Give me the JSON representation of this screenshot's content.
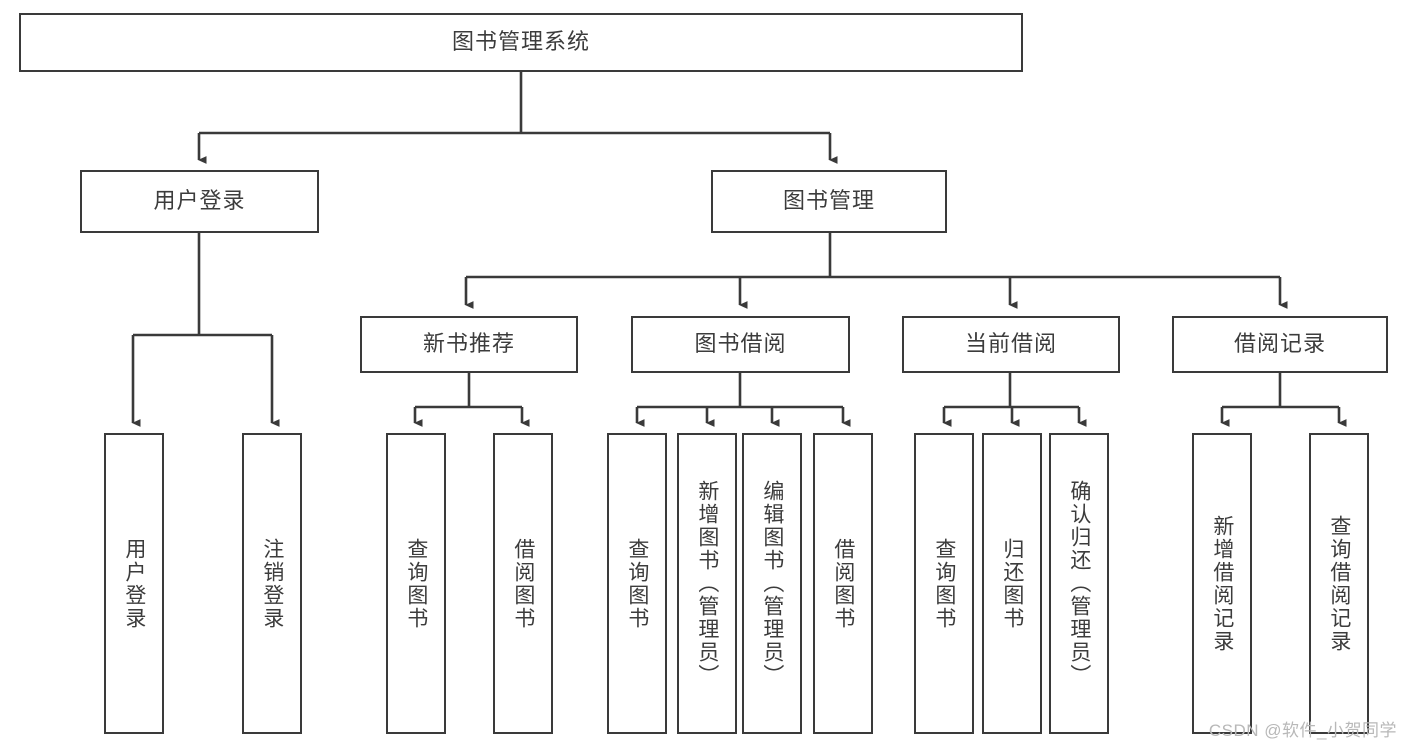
{
  "diagram": {
    "title": "图书管理系统",
    "type": "tree-hierarchy-diagram",
    "watermark": "CSDN @软件_小贺同学",
    "colors": {
      "background": "#ffffff",
      "box_border": "#3a3a3a",
      "box_fill": "#ffffff",
      "connector": "#3a3a3a",
      "text": "#3c3c3c",
      "watermark": "#b8b8b8"
    },
    "root": {
      "label": "图书管理系统",
      "orientation": "horizontal"
    },
    "level2": [
      {
        "label": "用户登录",
        "orientation": "horizontal"
      },
      {
        "label": "图书管理",
        "orientation": "horizontal"
      }
    ],
    "level3": [
      {
        "label": "新书推荐",
        "orientation": "horizontal",
        "parent": "图书管理"
      },
      {
        "label": "图书借阅",
        "orientation": "horizontal",
        "parent": "图书管理"
      },
      {
        "label": "当前借阅",
        "orientation": "horizontal",
        "parent": "图书管理"
      },
      {
        "label": "借阅记录",
        "orientation": "horizontal",
        "parent": "图书管理"
      }
    ],
    "leaves": [
      {
        "label": "用户登录",
        "parent": "用户登录",
        "orientation": "vertical"
      },
      {
        "label": "注销登录",
        "parent": "用户登录",
        "orientation": "vertical"
      },
      {
        "label": "查询图书",
        "parent": "新书推荐",
        "orientation": "vertical"
      },
      {
        "label": "借阅图书",
        "parent": "新书推荐",
        "orientation": "vertical"
      },
      {
        "label": "查询图书",
        "parent": "图书借阅",
        "orientation": "vertical"
      },
      {
        "label": "新增图书（管理员）",
        "parent": "图书借阅",
        "orientation": "vertical"
      },
      {
        "label": "编辑图书（管理员）",
        "parent": "图书借阅",
        "orientation": "vertical"
      },
      {
        "label": "借阅图书",
        "parent": "图书借阅",
        "orientation": "vertical"
      },
      {
        "label": "查询图书",
        "parent": "当前借阅",
        "orientation": "vertical"
      },
      {
        "label": "归还图书",
        "parent": "当前借阅",
        "orientation": "vertical"
      },
      {
        "label": "确认归还（管理员）",
        "parent": "当前借阅",
        "orientation": "vertical"
      },
      {
        "label": "新增借阅记录",
        "parent": "借阅记录",
        "orientation": "vertical"
      },
      {
        "label": "查询借阅记录",
        "parent": "借阅记录",
        "orientation": "vertical"
      }
    ]
  }
}
